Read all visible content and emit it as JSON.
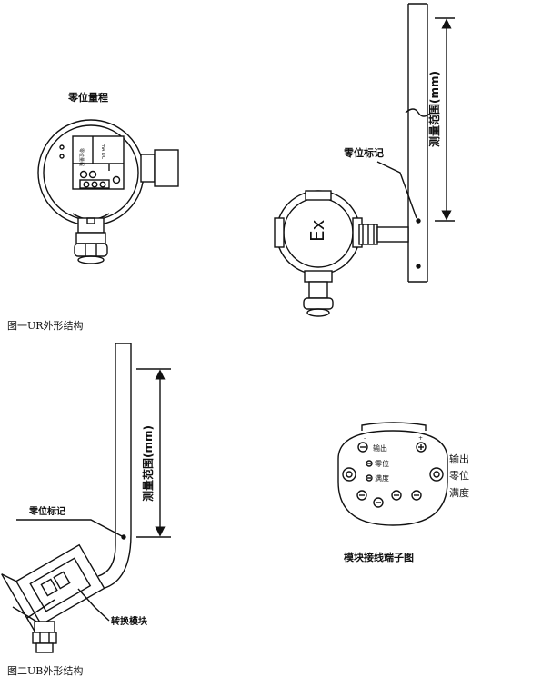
{
  "figure1": {
    "zero_range_label": "零位量程",
    "vertical_dim_label": "测量范围(mm)",
    "zero_mark_label": "零位标记",
    "ex_mark": "Ex",
    "caption": "图一UR外形结构",
    "plate_text_1": "零位量程",
    "plate_text_2": "mA DC"
  },
  "figure2": {
    "vertical_dim_label": "测量范围(mm)",
    "zero_mark_label": "零位标记",
    "module_label": "转换模块",
    "caption": "图二UB外形结构"
  },
  "terminal": {
    "labels": [
      "输出",
      "零位",
      "满度"
    ],
    "side_labels": [
      "输出",
      "零位",
      "满度"
    ],
    "minus": "-",
    "plus": "+",
    "title": "模块接线端子图"
  }
}
